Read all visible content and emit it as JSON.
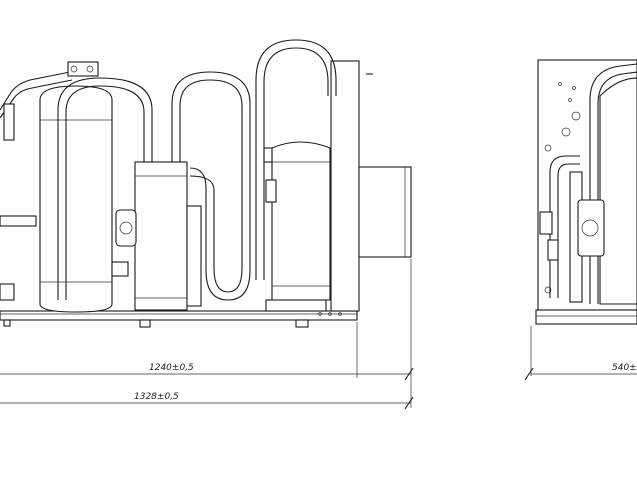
{
  "dimensions": {
    "frame_length": "1240±0,5",
    "overall_length": "1328±0,5",
    "side_width": "540±"
  },
  "colors": {
    "line": "#1a1a1a",
    "background": "#ffffff"
  },
  "icons": {
    "arrow_tick": "dimension-tick"
  }
}
